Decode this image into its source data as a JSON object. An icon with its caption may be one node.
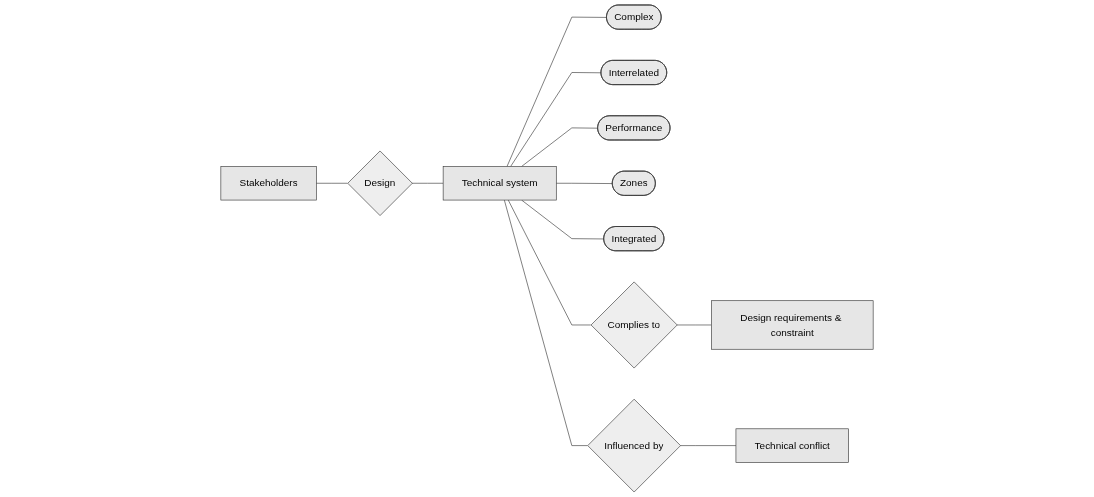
{
  "diagram": {
    "nodes": [
      {
        "text": [
          "Stakeholders"
        ]
      },
      {
        "text": [
          "Design"
        ]
      },
      {
        "text": [
          "Technical system"
        ]
      },
      {
        "text": [
          "Complex"
        ]
      },
      {
        "text": [
          "Interrelated"
        ]
      },
      {
        "text": [
          "Performance"
        ]
      },
      {
        "text": [
          "Zones"
        ]
      },
      {
        "text": [
          "Integrated"
        ]
      },
      {
        "text": [
          "Complies to"
        ]
      },
      {
        "text": [
          "Influenced by"
        ]
      },
      {
        "text": [
          "Design requirements & constraint"
        ]
      },
      {
        "text": [
          "Technical conflict"
        ]
      }
    ],
    "edges": [
      {
        "from": 0,
        "to": 1,
        "arrow": "none"
      },
      {
        "from": 1,
        "to": 2,
        "arrow": "none"
      },
      {
        "from": 2,
        "to": 3,
        "arrow": "none"
      },
      {
        "from": 2,
        "to": 4,
        "arrow": "none"
      },
      {
        "from": 2,
        "to": 5,
        "arrow": "none"
      },
      {
        "from": 2,
        "to": 6,
        "arrow": "none"
      },
      {
        "from": 2,
        "to": 7,
        "arrow": "none"
      },
      {
        "from": 2,
        "to": 8,
        "arrow": "none"
      },
      {
        "from": 2,
        "to": 9,
        "arrow": "none"
      },
      {
        "from": 8,
        "to": 10,
        "arrow": "none"
      },
      {
        "from": 9,
        "to": 11,
        "arrow": "none"
      }
    ]
  }
}
